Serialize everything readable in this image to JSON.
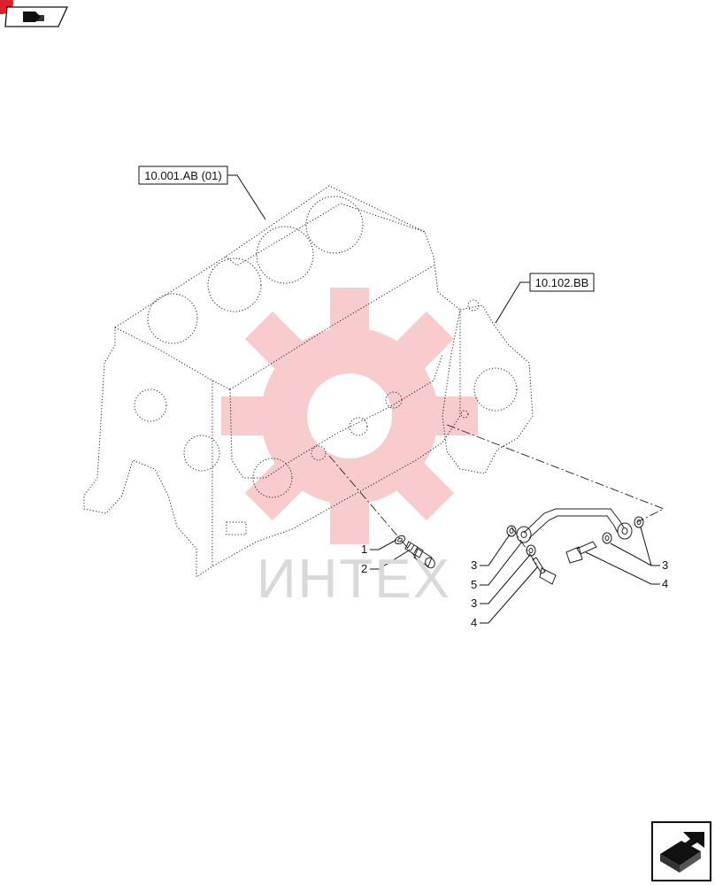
{
  "header": {
    "nav_icon": "page-back-arrow-icon"
  },
  "references": {
    "engine_block": "10.001.AB (01)",
    "gear_housing": "10.102.BB"
  },
  "callouts": {
    "c1": "1",
    "c2": "2",
    "c3a": "3",
    "c5": "5",
    "c3b": "3",
    "c4a": "4",
    "c3c": "3",
    "c4b": "4"
  },
  "watermark": {
    "text": "ИНТЕХ",
    "color": "#e8474c"
  },
  "footer": {
    "nav_icon": "page-forward-arrow-icon"
  }
}
